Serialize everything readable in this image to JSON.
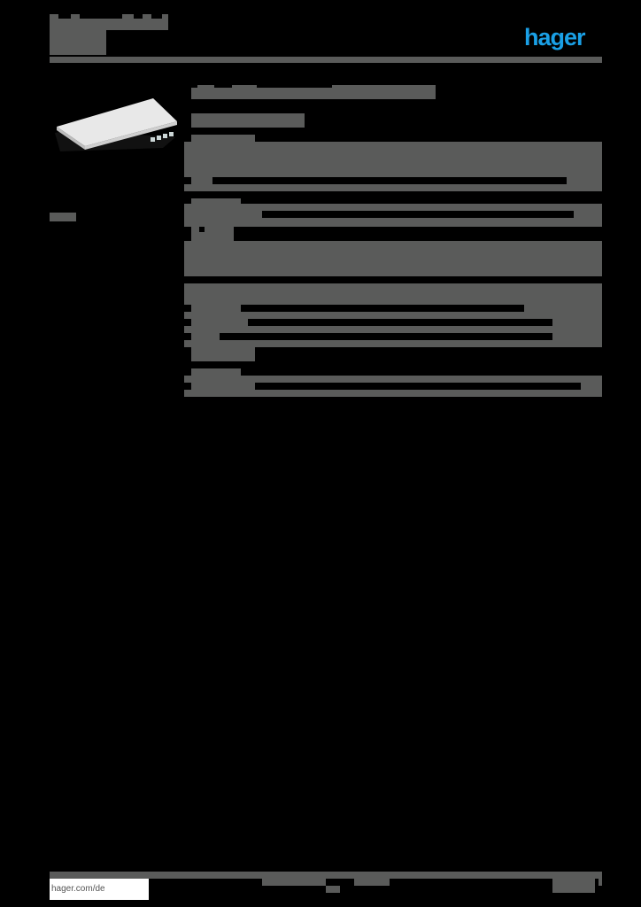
{
  "header": {
    "title_text": "",
    "subtitle_text": "",
    "brand": {
      "name": "hager",
      "color": "#1aa0e6"
    },
    "rule_color": "#5a5b5a"
  },
  "product": {
    "image": "product-image",
    "side_label": ""
  },
  "content": {
    "heading": "",
    "subheading": "",
    "section_label": "",
    "table_rows": 13
  },
  "footer": {
    "link": "hager.com/de",
    "center_text": "",
    "page_text": ""
  },
  "colors": {
    "background": "#000000",
    "text_block": "#5a5b5a",
    "brand": "#1aa0e6"
  }
}
